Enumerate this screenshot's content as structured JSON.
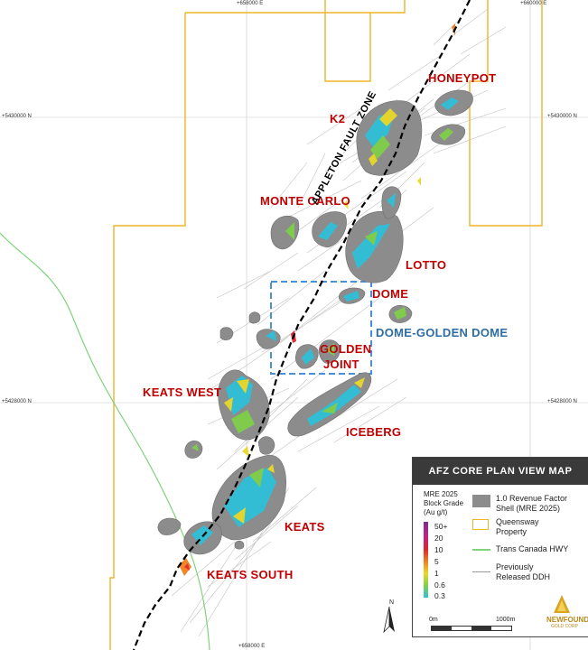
{
  "map_title": "AFZ CORE PLAN VIEW MAP",
  "deposits": {
    "honeypot": "HONEYPOT",
    "k2": "K2",
    "monte_carlo": "MONTE CARLO",
    "dome": "DOME",
    "lotto": "LOTTO",
    "dome_golden_dome": "DOME-GOLDEN DOME",
    "golden_joint_1": "GOLDEN",
    "golden_joint_2": "JOINT",
    "keats_west": "KEATS WEST",
    "iceberg": "ICEBERG",
    "keats": "KEATS",
    "keats_south": "KEATS SOUTH"
  },
  "fault_label": "APPLETON FAULT ZONE",
  "grid_labels": {
    "easting_top_left": "+658000 E",
    "easting_top_right": "+660000 E",
    "easting_bottom": "+658000 E",
    "northing_upper_left": "+5430000 N",
    "northing_upper_right": "+5430000 N",
    "northing_lower_left": "+5428000 N",
    "northing_lower_right": "+5428000 N"
  },
  "legend": {
    "grade_title_1": "MRE 2025",
    "grade_title_2": "Block Grade",
    "grade_title_3": "(Au g/t)",
    "grade_values": [
      "50+",
      "20",
      "10",
      "5",
      "1",
      "0.6",
      "0.3"
    ],
    "shell_label_1": "1.0 Revenue Factor",
    "shell_label_2": "Shell (MRE 2025)",
    "property_label_1": "Queensway",
    "property_label_2": "Property",
    "highway_label": "Trans Canada HWY",
    "ddh_label_1": "Previously",
    "ddh_label_2": "Released DDH",
    "scale_start": "0m",
    "scale_end": "1000m",
    "logo_name": "NEWFOUND",
    "logo_sub": "GOLD CORP"
  },
  "north_arrow": "N",
  "colors": {
    "deposit_label": "#c00000",
    "dome_golden_dome_label": "#2e6da4",
    "property_boundary": "#f0b429",
    "highway": "#7fd37a",
    "study_box": "#4a90d9",
    "shell": "#8c8c8c",
    "legend_header": "#3a3a3a"
  }
}
